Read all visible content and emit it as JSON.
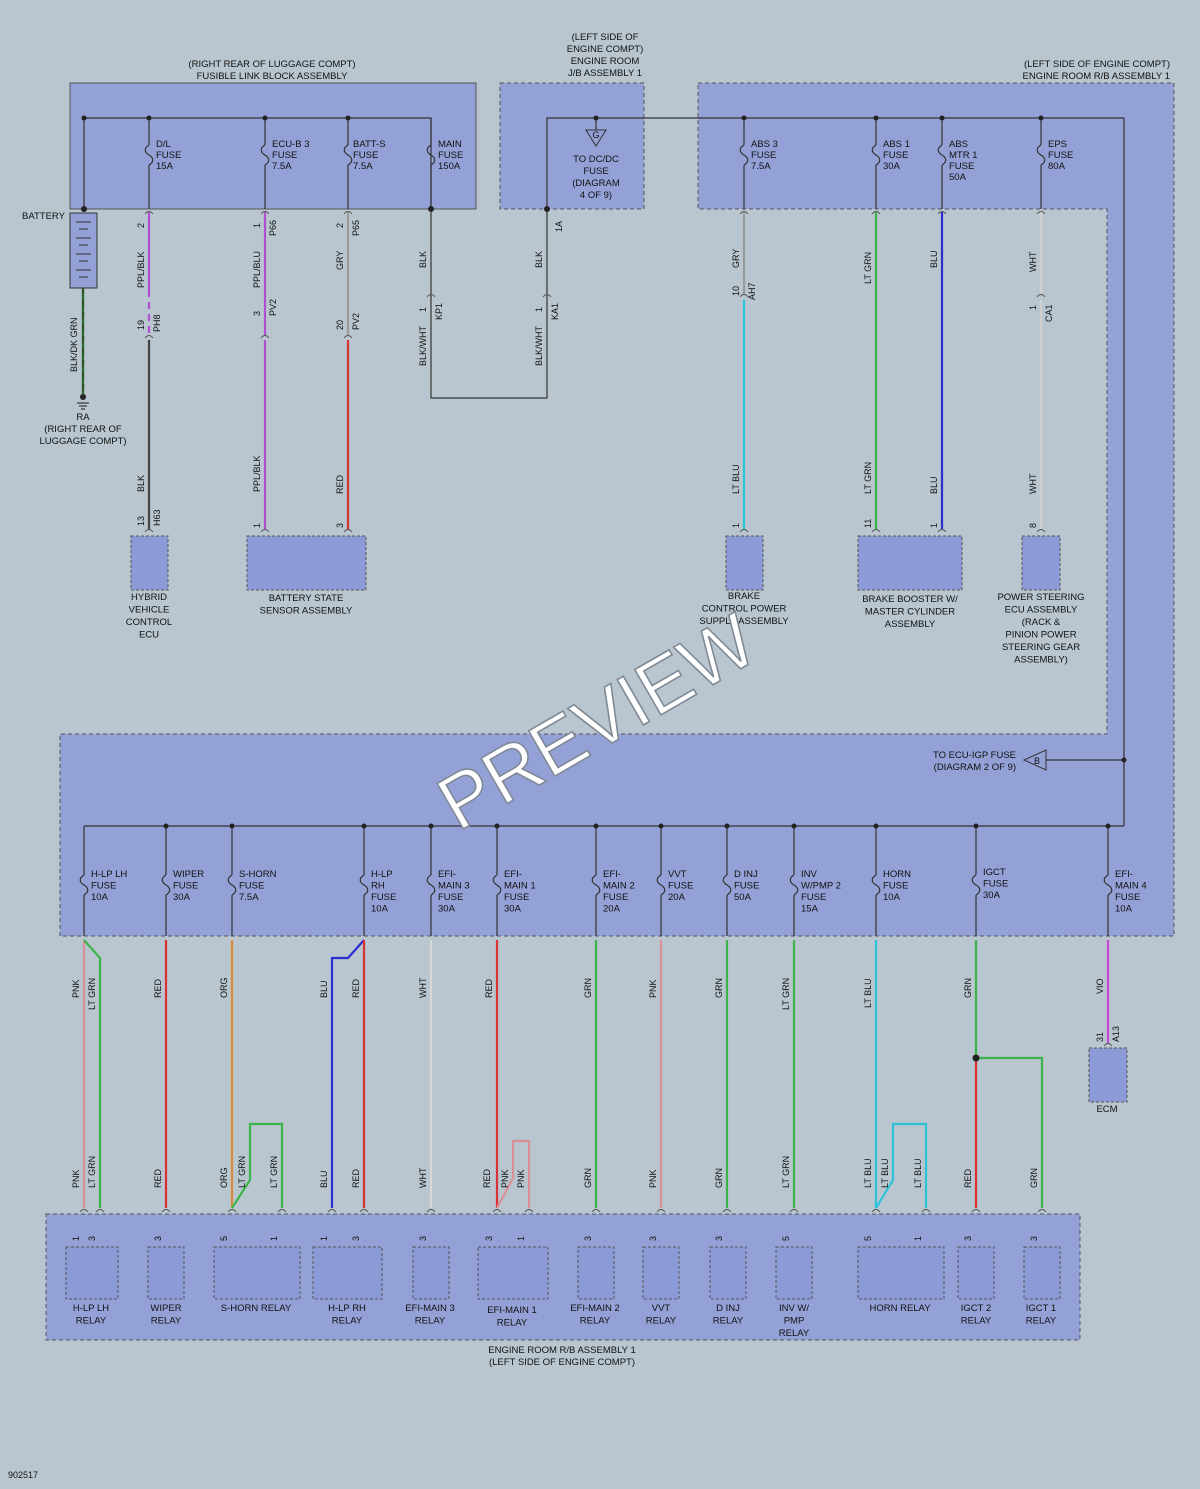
{
  "diagram_id": "902517",
  "watermark": "PREVIEW",
  "boxes": {
    "fusible": [
      "(RIGHT REAR OF LUGGAGE COMPT)",
      "FUSIBLE LINK BLOCK ASSEMBLY"
    ],
    "jb": [
      "(LEFT SIDE OF",
      "ENGINE COMPT)",
      "ENGINE ROOM",
      "J/B ASSEMBLY 1"
    ],
    "rb_top": [
      "(LEFT SIDE OF ENGINE COMPT)",
      "ENGINE ROOM R/B ASSEMBLY 1"
    ],
    "rb_bottom": [
      "ENGINE ROOM R/B ASSEMBLY 1",
      "(LEFT SIDE OF ENGINE COMPT)"
    ]
  },
  "battery": {
    "label": "BATTERY",
    "wire": "BLK/DK GRN"
  },
  "ground": {
    "id": "RA",
    "location": [
      "(RIGHT REAR OF",
      "LUGGAGE COMPT)"
    ]
  },
  "dcdc_ref": {
    "letter": "G",
    "text": [
      "TO DC/DC",
      "FUSE",
      "(DIAGRAM",
      "4 OF 9)"
    ]
  },
  "ecuigp_ref": {
    "letter": "B",
    "text": [
      "TO ECU-IGP FUSE",
      "(DIAGRAM 2 OF 9)"
    ]
  },
  "top_fuses": [
    {
      "name": [
        "D/L",
        "FUSE",
        "15A"
      ]
    },
    {
      "name": [
        "ECU-B 3",
        "FUSE",
        "7.5A"
      ]
    },
    {
      "name": [
        "BATT-S",
        "FUSE",
        "7.5A"
      ]
    },
    {
      "name": [
        "MAIN",
        "FUSE",
        "150A"
      ]
    },
    {
      "name": [
        "ABS 3",
        "FUSE",
        "7.5A"
      ]
    },
    {
      "name": [
        "ABS 1",
        "FUSE",
        "30A"
      ]
    },
    {
      "name": [
        "ABS",
        "MTR 1",
        "FUSE",
        "50A"
      ]
    },
    {
      "name": [
        "EPS",
        "FUSE",
        "80A"
      ]
    }
  ],
  "top_wires": {
    "dl": {
      "pin_top": "2",
      "wire_top": "PPL/BLK",
      "conn": "PH8",
      "pin_mid": "19",
      "wire_bot": "BLK",
      "conn_bot": "H63",
      "pin_bot": "13"
    },
    "ecub": {
      "pin_top": "1",
      "conn_top": "P66",
      "wire_top": "PPL/BLU",
      "conn": "PV2",
      "pin_mid": "3",
      "wire_bot": "PPL/BLK",
      "pin_bot": "1"
    },
    "batts": {
      "pin_top": "2",
      "conn_top": "P65",
      "wire_top": "GRY",
      "conn": "PV2",
      "pin_mid": "20",
      "wire_bot": "RED",
      "pin_bot": "3"
    },
    "main": {
      "wire_top": "BLK",
      "pin_mid": "1",
      "conn": "KP1",
      "wire_bot": "BLK/WHT"
    },
    "jb": {
      "conn_top": "1A",
      "wire_top": "BLK",
      "pin_mid": "1",
      "conn": "KA1",
      "wire_bot": "BLK/WHT"
    },
    "abs3": {
      "wire_top": "GRY",
      "pin_mid": "10",
      "conn": "AH7",
      "wire_bot": "LT BLU",
      "pin_bot": "1"
    },
    "abs1": {
      "wire_top": "LT GRN",
      "wire_bot": "LT GRN",
      "pin_bot": "11"
    },
    "absmtr": {
      "wire_top": "BLU",
      "wire_bot": "BLU",
      "pin_bot": "1"
    },
    "eps": {
      "wire_top": "WHT",
      "pin_mid": "1",
      "conn": "CA1",
      "wire_bot": "WHT",
      "pin_bot": "8"
    }
  },
  "components": [
    {
      "id": "hv_ecu",
      "name": [
        "HYBRID",
        "VEHICLE",
        "CONTROL",
        "ECU"
      ]
    },
    {
      "id": "batt_sensor",
      "name": [
        "BATTERY STATE",
        "SENSOR ASSEMBLY"
      ]
    },
    {
      "id": "brake_ps",
      "name": [
        "BRAKE",
        "CONTROL POWER",
        "SUPPLY ASSEMBLY"
      ]
    },
    {
      "id": "brake_booster",
      "name": [
        "BRAKE BOOSTER W/",
        "MASTER CYLINDER",
        "ASSEMBLY"
      ]
    },
    {
      "id": "ps_ecu",
      "name": [
        "POWER STEERING",
        "ECU ASSEMBLY",
        "(RACK &",
        "PINION POWER",
        "STEERING GEAR",
        "ASSEMBLY)"
      ]
    },
    {
      "id": "ecm",
      "name": [
        "ECM"
      ]
    }
  ],
  "bottom_fuses": [
    {
      "name": [
        "H-LP LH",
        "FUSE",
        "10A"
      ]
    },
    {
      "name": [
        "WIPER",
        "FUSE",
        "30A"
      ]
    },
    {
      "name": [
        "S-HORN",
        "FUSE",
        "7.5A"
      ]
    },
    {
      "name": [
        "H-LP",
        "RH",
        "FUSE",
        "10A"
      ]
    },
    {
      "name": [
        "EFI-",
        "MAIN 3",
        "FUSE",
        "30A"
      ]
    },
    {
      "name": [
        "EFI-",
        "MAIN 1",
        "FUSE",
        "30A"
      ]
    },
    {
      "name": [
        "EFI-",
        "MAIN 2",
        "FUSE",
        "20A"
      ]
    },
    {
      "name": [
        "VVT",
        "FUSE",
        "20A"
      ]
    },
    {
      "name": [
        "D INJ",
        "FUSE",
        "50A"
      ]
    },
    {
      "name": [
        "INV",
        "W/PMP 2",
        "FUSE",
        "15A"
      ]
    },
    {
      "name": [
        "HORN",
        "FUSE",
        "10A"
      ]
    },
    {
      "name": [
        "IGCT",
        "FUSE",
        "30A"
      ]
    },
    {
      "name": [
        "EFI-",
        "MAIN 4",
        "FUSE",
        "10A"
      ]
    }
  ],
  "bottom_wire_labels": {
    "hlplh_a": "PNK",
    "hlplh_b": "LT GRN",
    "wiper": "RED",
    "shorn": "ORG",
    "hlprh_a": "BLU",
    "hlprh_b": "RED",
    "efi3": "WHT",
    "efi1": "RED",
    "efi2": "GRN",
    "vvt": "PNK",
    "dinj": "GRN",
    "inv": "LT GRN",
    "horn": "LT BLU",
    "igct": "GRN",
    "efi4": "VIO",
    "ecm_pin": "31",
    "ecm_conn": "A13"
  },
  "relay_wire_labels": {
    "hlplh_a": "PNK",
    "hlplh_b": "LT GRN",
    "wiper": "RED",
    "shorn_a": "ORG",
    "shorn_b": "LT GRN",
    "shorn_c": "LT GRN",
    "hlprh_a": "BLU",
    "hlprh_b": "RED",
    "efi3": "WHT",
    "efi1_a": "RED",
    "efi1_b": "PNK",
    "efi1_c": "PNK",
    "efi2": "GRN",
    "vvt": "PNK",
    "dinj": "GRN",
    "inv": "LT GRN",
    "horn_a": "LT BLU",
    "horn_b": "LT BLU",
    "horn_c": "LT BLU",
    "igct2": "RED",
    "igct1": "GRN"
  },
  "relay_pins": {
    "hlplh_a": "1",
    "hlplh_b": "3",
    "wiper": "3",
    "shorn_a": "5",
    "shorn_b": "1",
    "hlprh_a": "1",
    "hlprh_b": "3",
    "efi3": "3",
    "efi1_a": "3",
    "efi1_b": "1",
    "efi2": "3",
    "vvt": "3",
    "dinj": "3",
    "inv": "5",
    "horn_a": "5",
    "horn_b": "1",
    "igct2": "3",
    "igct1": "3"
  },
  "relays": [
    {
      "name": [
        "H-LP LH",
        "RELAY"
      ]
    },
    {
      "name": [
        "WIPER",
        "RELAY"
      ]
    },
    {
      "name": [
        "S-HORN RELAY"
      ]
    },
    {
      "name": [
        "H-LP RH",
        "RELAY"
      ]
    },
    {
      "name": [
        "EFI-MAIN 3",
        "RELAY"
      ]
    },
    {
      "name": [
        "EFI-MAIN 1",
        "RELAY"
      ]
    },
    {
      "name": [
        "EFI-MAIN 2",
        "RELAY"
      ]
    },
    {
      "name": [
        "VVT",
        "RELAY"
      ]
    },
    {
      "name": [
        "D INJ",
        "RELAY"
      ]
    },
    {
      "name": [
        "INV W/",
        "PMP",
        "RELAY"
      ]
    },
    {
      "name": [
        "HORN RELAY"
      ]
    },
    {
      "name": [
        "IGCT 2",
        "RELAY"
      ]
    },
    {
      "name": [
        "IGCT 1",
        "RELAY"
      ]
    }
  ],
  "colors": {
    "background": "#b9c6cf",
    "box_fill": "#94a1d6",
    "comp_fill": "#8c9ad8",
    "wire_purple": "#b24fd0",
    "wire_red": "#d93232",
    "wire_green": "#3bb54a",
    "wire_blue": "#2b2fd0",
    "wire_lightblue": "#2cc3d8",
    "wire_pink": "#d88f98",
    "wire_orange": "#d88b3a",
    "wire_gray": "#9a9a9a",
    "wire_black": "#333333",
    "wire_white": "#d8d8d8",
    "wire_violet": "#c548d8"
  }
}
